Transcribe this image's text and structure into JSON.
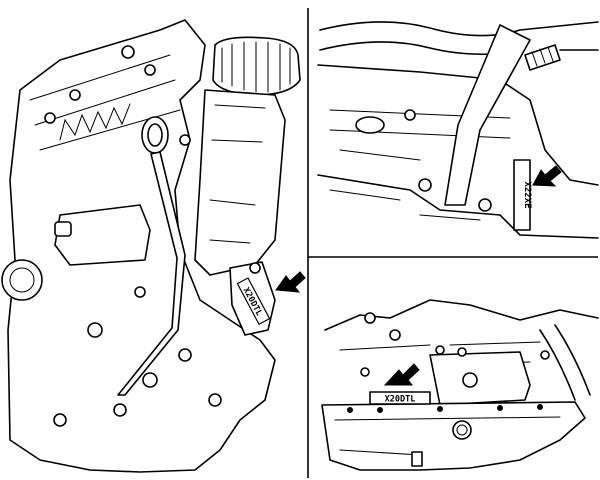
{
  "panels": {
    "main": {
      "code_label": "X20DTL"
    },
    "top_right": {
      "code_label": "X22XE"
    },
    "bottom_right": {
      "code_label": "X20DTL"
    }
  },
  "icons": [
    "pointer-arrow-icon"
  ],
  "colors": {
    "line": "#000000",
    "background": "#ffffff"
  }
}
